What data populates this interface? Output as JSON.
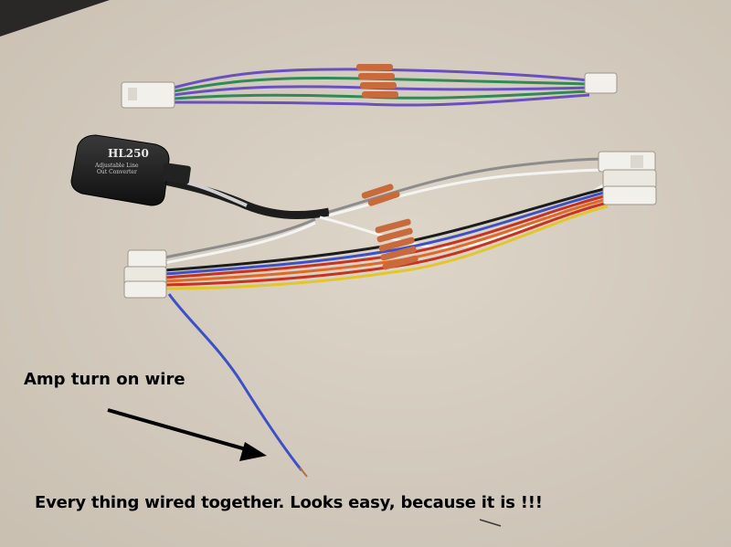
{
  "device": {
    "model": "HL250",
    "subtitle_line1": "Adjustable Line",
    "subtitle_line2": "Out Converter"
  },
  "captions": {
    "amp_wire": "Amp turn on wire",
    "summary": "Every thing wired together. Looks easy, because it is !!!"
  },
  "colors": {
    "background": "#d6cdbf",
    "wire_purple": "#6a4fc0",
    "wire_green": "#2f8a55",
    "wire_gray": "#8c8c8c",
    "wire_white": "#f4f4f2",
    "wire_red": "#c8321f",
    "wire_orange": "#e06a25",
    "wire_yellow": "#e3c62a",
    "wire_blue": "#3c50c8",
    "wire_black": "#1c1c1c",
    "connector": "#f2f0ea",
    "butt_connector": "#c86a3c"
  }
}
